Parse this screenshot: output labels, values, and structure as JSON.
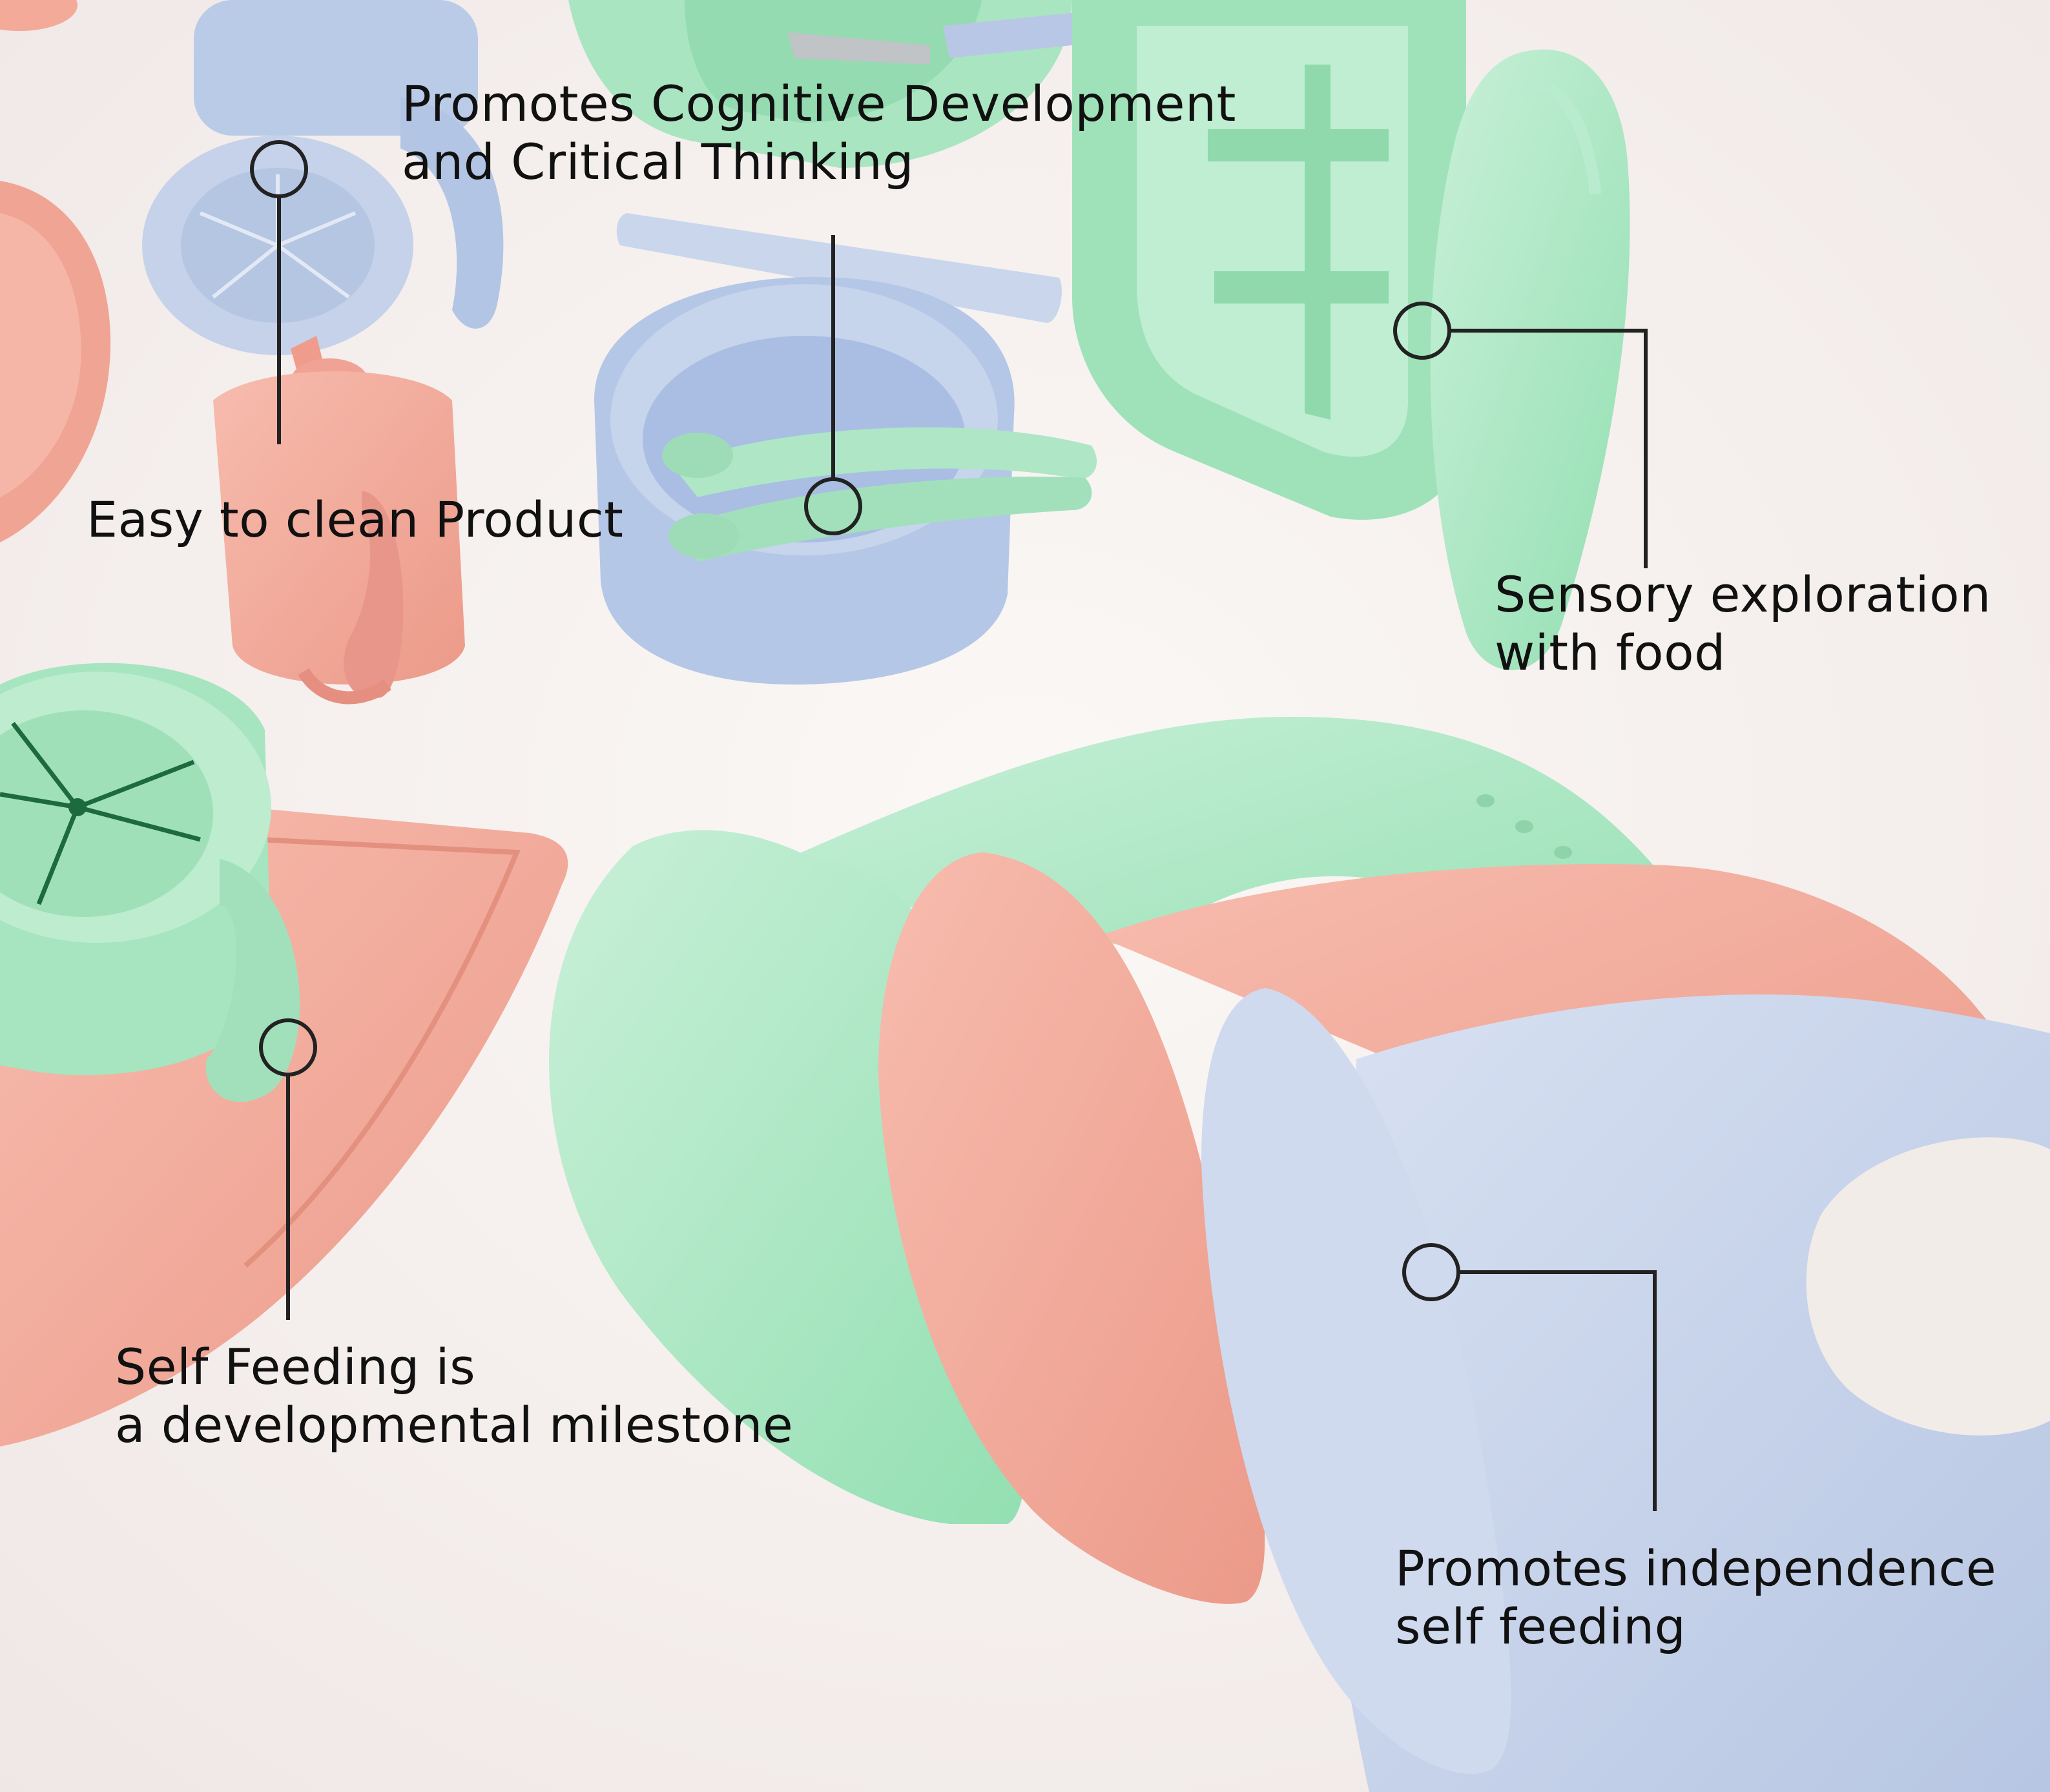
{
  "colors": {
    "background": "#f6f1ef",
    "mint": "#a8e6c2",
    "mint_dark": "#7fd9a3",
    "peach": "#f3a898",
    "peach_dark": "#e88f80",
    "baby_blue": "#c7d3ea",
    "baby_blue_dark": "#a9bbdd",
    "callout_line": "#222222",
    "text": "#111111"
  },
  "callouts": [
    {
      "id": "cognitive",
      "lines": [
        "Promotes Cognitive Development",
        "and Critical Thinking"
      ]
    },
    {
      "id": "clean",
      "lines": [
        "Easy to clean Product"
      ]
    },
    {
      "id": "sensory",
      "lines": [
        "Sensory exploration",
        "with food"
      ]
    },
    {
      "id": "selffeed",
      "lines": [
        "Self Feeding is",
        "a developmental milestone"
      ]
    },
    {
      "id": "independence",
      "lines": [
        "Promotes independence",
        "self feeding"
      ]
    }
  ]
}
